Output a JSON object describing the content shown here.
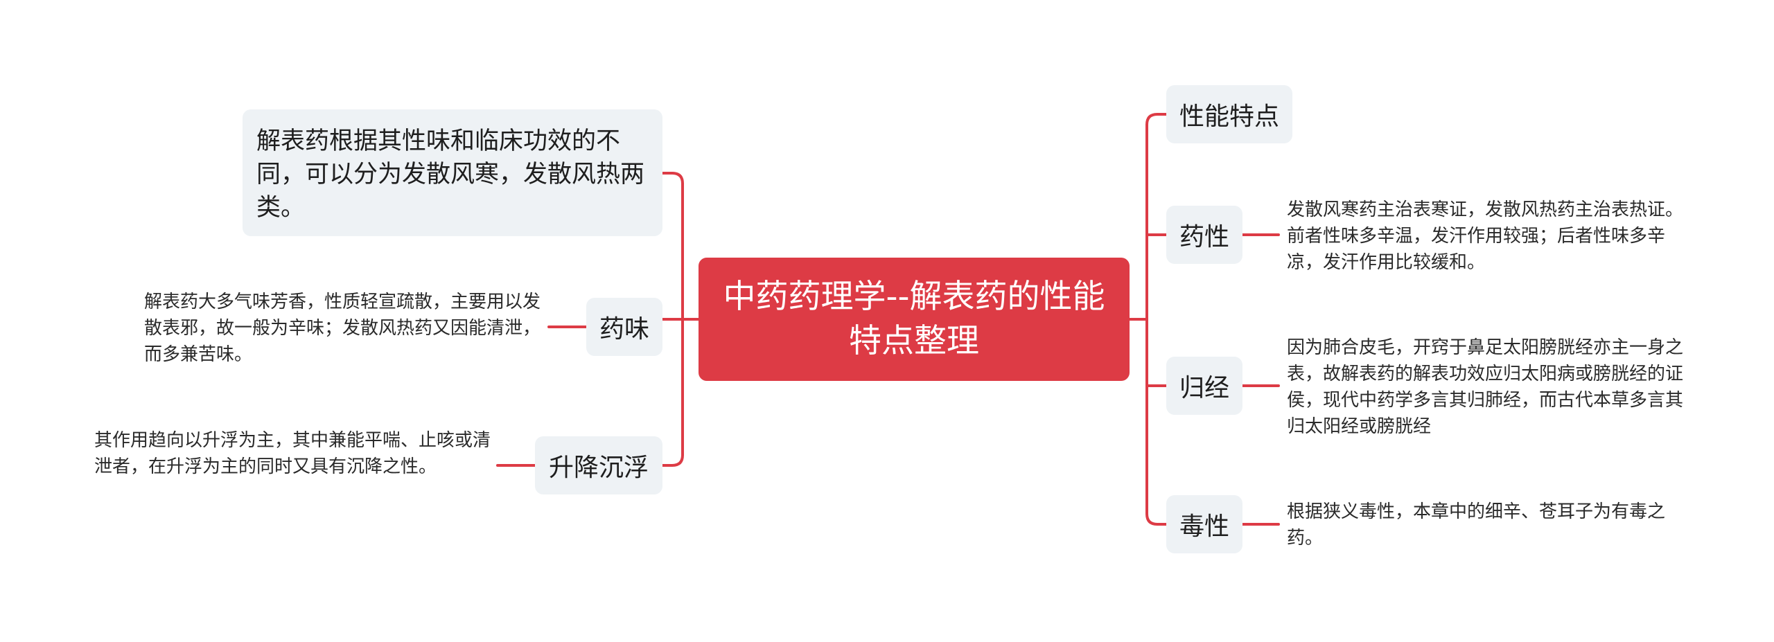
{
  "center": {
    "title": "中药药理学--解表药的性能特点整理"
  },
  "left": {
    "intro": "解表药根据其性味和临床功效的不同，可以分为发散风寒，发散风热两类。",
    "taste_label": "药味",
    "taste_detail": "解表药大多气味芳香，性质轻宣疏散，主要用以发散表邪，故一般为辛味；发散风热药又因能清泄，而多兼苦味。",
    "direction_label": "升降沉浮",
    "direction_detail": "其作用趋向以升浮为主，其中兼能平喘、止咳或清泄者，在升浮为主的同时又具有沉降之性。"
  },
  "right": {
    "header_label": "性能特点",
    "nature_label": "药性",
    "nature_detail": "发散风寒药主治表寒证，发散风热药主治表热证。前者性味多辛温，发汗作用较强；后者性味多辛凉，发汗作用比较缓和。",
    "meridian_label": "归经",
    "meridian_detail": "因为肺合皮毛，开窍于鼻足太阳膀胱经亦主一身之表，故解表药的解表功效应归太阳病或膀胱经的证侯，现代中药学多言其归肺经，而古代本草多言其归太阳经或膀胱经",
    "toxicity_label": "毒性",
    "toxicity_detail": "根据狭义毒性，本章中的细辛、苍耳子为有毒之药。"
  },
  "colors": {
    "accent": "#dd3b45",
    "node_bg": "#eef2f5"
  }
}
